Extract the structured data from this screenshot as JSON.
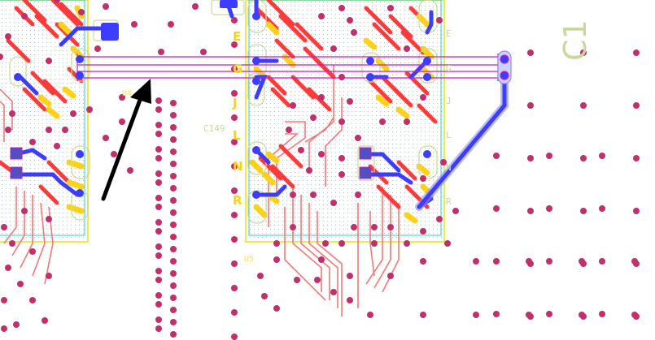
{
  "colors": {
    "background": "#ffffff",
    "via": "#c0306a",
    "top_trace": "#ff3b3b",
    "inner_trace": "#f07a7a",
    "bottom_trace": "#3d3dff",
    "pad": "#ffd21a",
    "board_outline": "#eaea55",
    "component_outline": "#30c8d8",
    "selection": "#c020c0",
    "silkscreen": "#c8d89a"
  },
  "labels": {
    "u4": "U4",
    "u5": "U5",
    "c149": "C149",
    "big_ref": "C1"
  },
  "pin_letters_mid": [
    "E",
    "G",
    "J",
    "L",
    "N",
    "R"
  ],
  "pin_letters_right": [
    "E",
    "G",
    "J",
    "L",
    "N",
    "R"
  ],
  "selection": {
    "kind": "selected track",
    "layer": "bottom"
  },
  "annotation_arrow": {
    "kind": "pointer arrow",
    "color": "#000000"
  }
}
